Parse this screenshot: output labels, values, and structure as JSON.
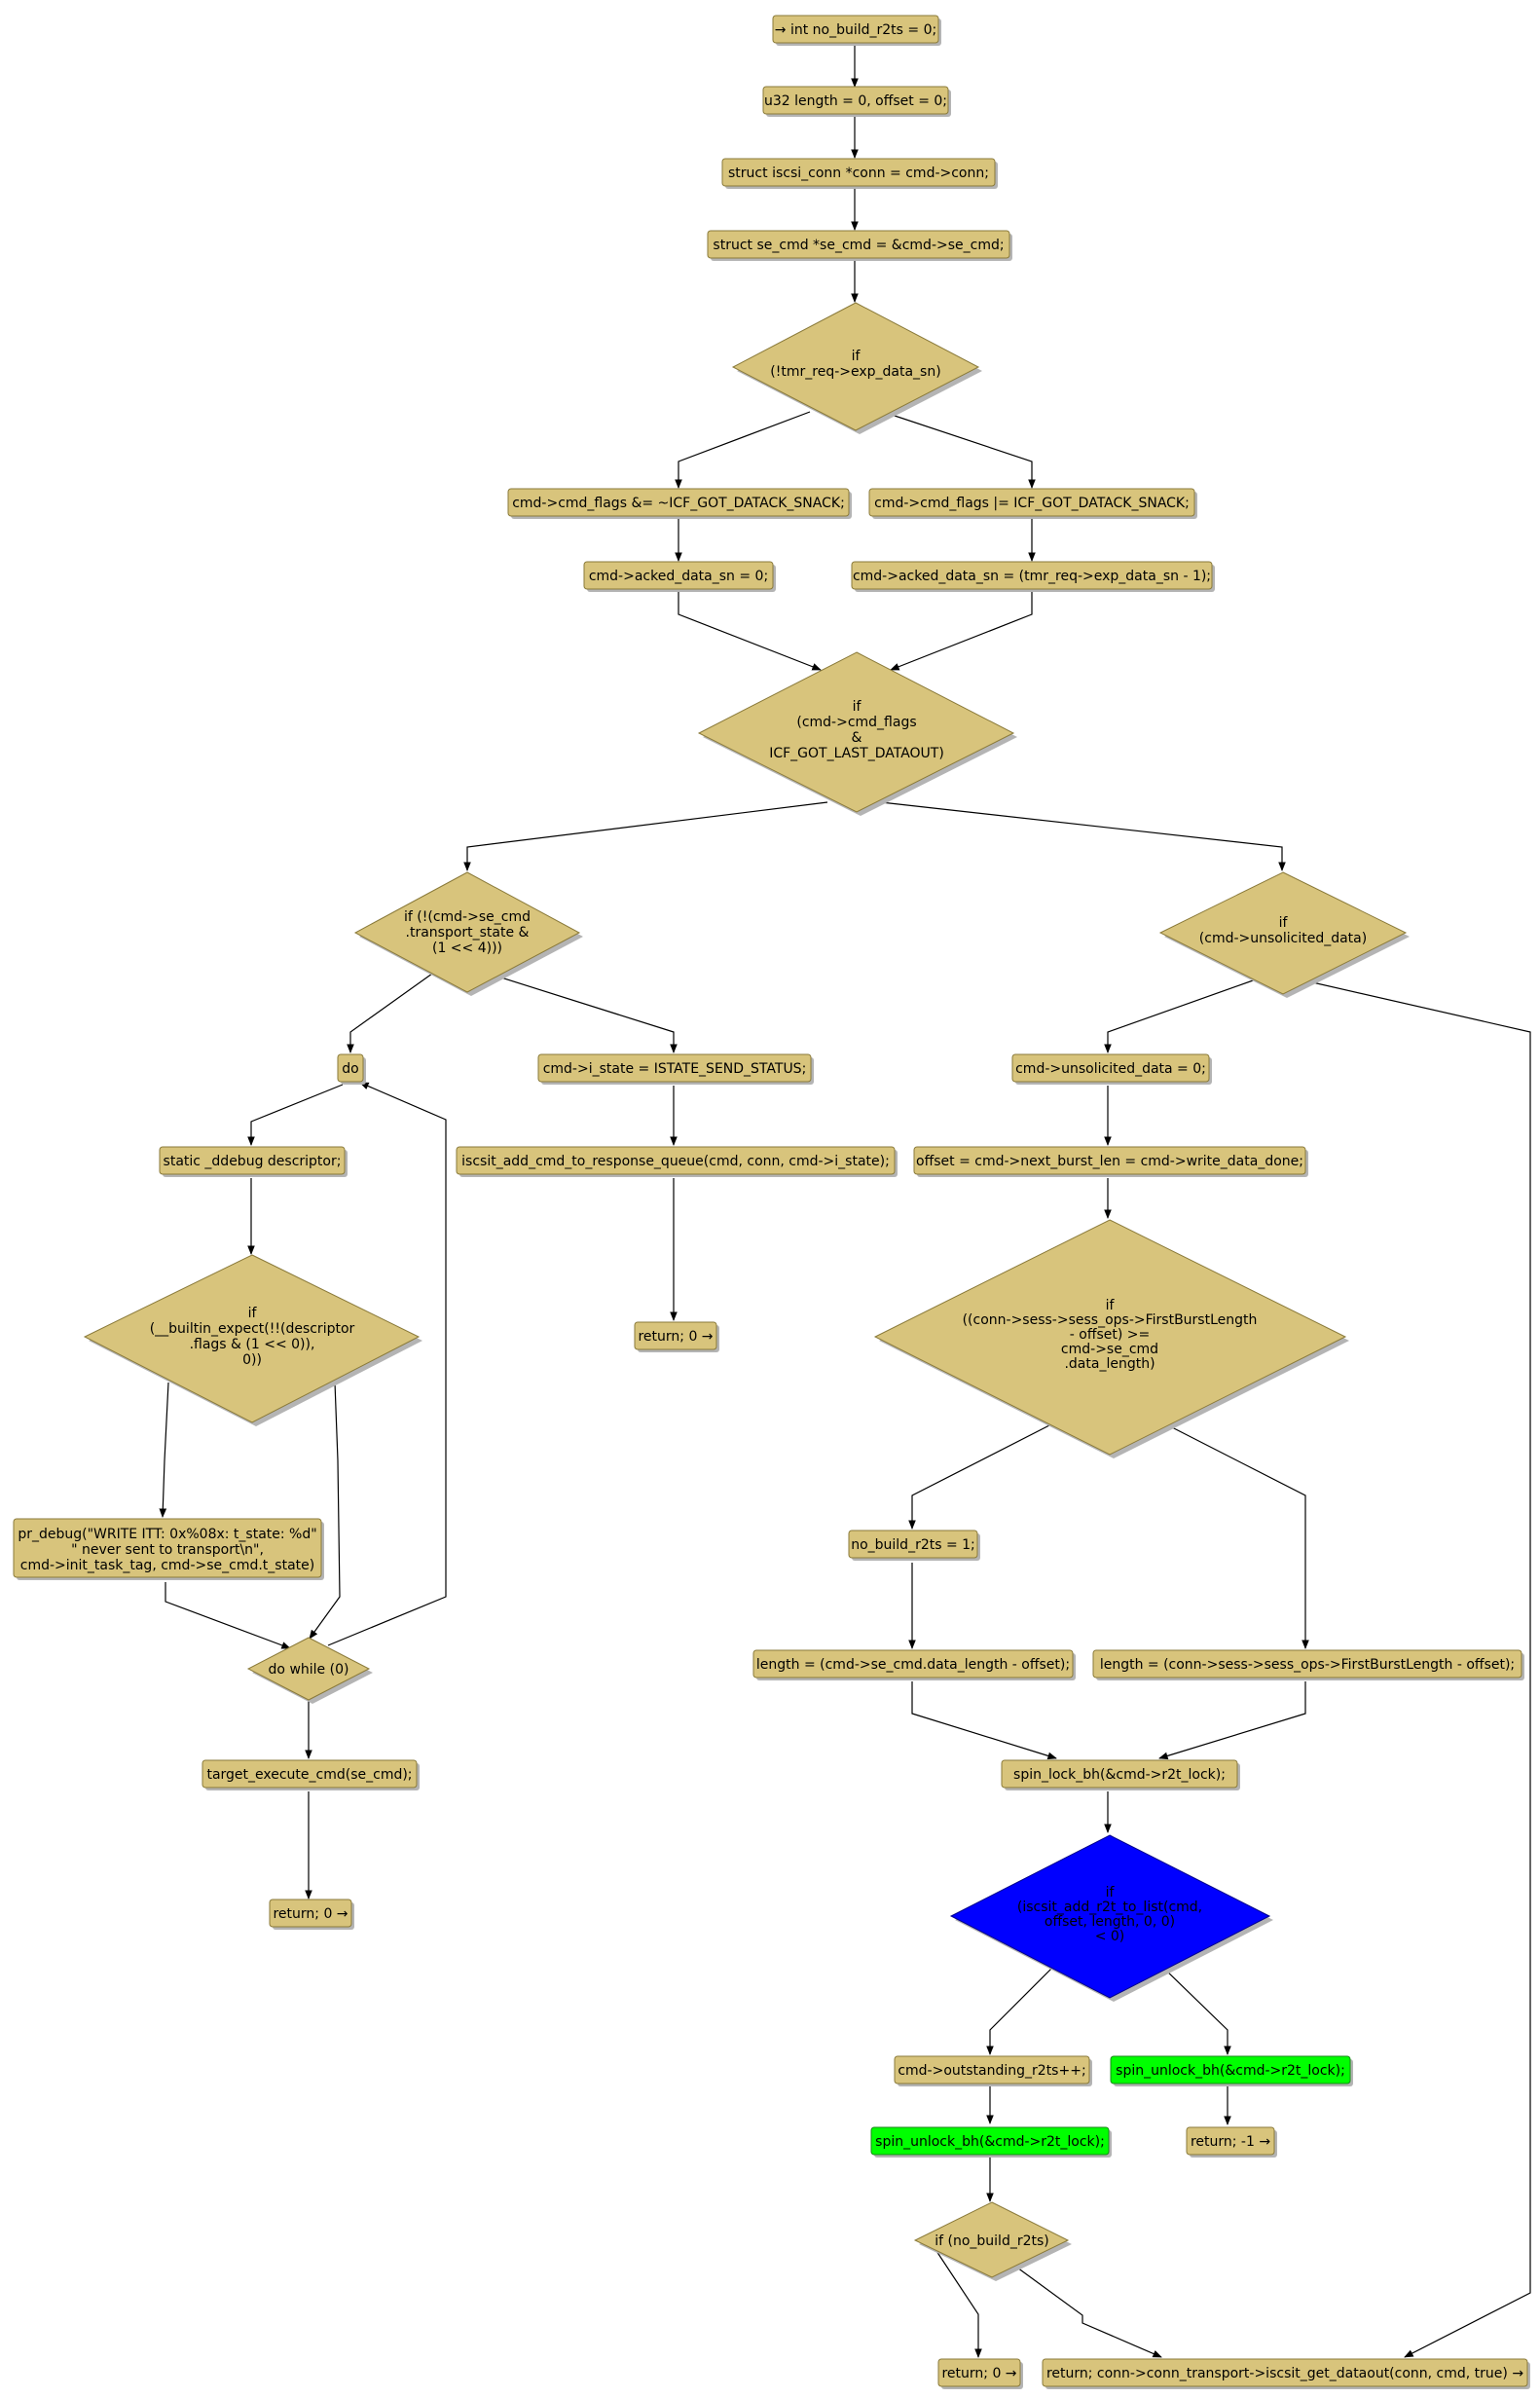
{
  "colors": {
    "node": "#d8c47c",
    "highlight_green": "#00ff00",
    "highlight_blue": "#0000ff",
    "edge": "#000000"
  },
  "nodes": {
    "n1": "→ int no_build_r2ts = 0;",
    "n2": "u32 length = 0, offset = 0;",
    "n3": "struct iscsi_conn *conn = cmd->conn;",
    "n4": "struct se_cmd *se_cmd = &cmd->se_cmd;",
    "d1": [
      "if",
      "(!tmr_req->exp_data_sn)"
    ],
    "n5": "cmd->cmd_flags &= ~ICF_GOT_DATACK_SNACK;",
    "n6": "cmd->cmd_flags |= ICF_GOT_DATACK_SNACK;",
    "n7": "cmd->acked_data_sn = 0;",
    "n8": "cmd->acked_data_sn = (tmr_req->exp_data_sn - 1);",
    "d2": [
      "if",
      "(cmd->cmd_flags",
      "&",
      "ICF_GOT_LAST_DATAOUT)"
    ],
    "d3": [
      "if (!(cmd->se_cmd",
      ".transport_state &",
      "(1 << 4)))"
    ],
    "d4": [
      "if",
      "(cmd->unsolicited_data)"
    ],
    "n9": "do",
    "n10": "cmd->i_state = ISTATE_SEND_STATUS;",
    "n11": "cmd->unsolicited_data = 0;",
    "n12": "static _ddebug descriptor;",
    "n13": "iscsit_add_cmd_to_response_queue(cmd, conn, cmd->i_state);",
    "n14": "offset = cmd->next_burst_len = cmd->write_data_done;",
    "d5": [
      "if",
      "(__builtin_expect(!!(descriptor",
      ".flags & (1 << 0)),",
      "0))"
    ],
    "n15": "return; 0 →",
    "d6": [
      "if",
      "((conn->sess->sess_ops->FirstBurstLength",
      "- offset) >=",
      "cmd->se_cmd",
      ".data_length)"
    ],
    "n16": [
      "pr_debug(\"WRITE ITT: 0x%08x: t_state: %d\"",
      "\" never sent to transport\\n\",",
      "cmd->init_task_tag, cmd->se_cmd.t_state)"
    ],
    "n17": "no_build_r2ts = 1;",
    "d7": "do while (0)",
    "n18": "length = (cmd->se_cmd.data_length - offset);",
    "n19": "length = (conn->sess->sess_ops->FirstBurstLength - offset);",
    "n20": "target_execute_cmd(se_cmd);",
    "n21": "spin_lock_bh(&cmd->r2t_lock);",
    "d8": [
      "if",
      "(iscsit_add_r2t_to_list(cmd,",
      "offset, length, 0, 0)",
      "< 0)"
    ],
    "n22": "return; 0 →",
    "n23": "cmd->outstanding_r2ts++;",
    "n24": "spin_unlock_bh(&cmd->r2t_lock);",
    "n25": "spin_unlock_bh(&cmd->r2t_lock);",
    "n26": "return; -1 →",
    "d9": "if (no_build_r2ts)",
    "n27": "return; 0 →",
    "n28": "return; conn->conn_transport->iscsit_get_dataout(conn, cmd, true) →"
  }
}
